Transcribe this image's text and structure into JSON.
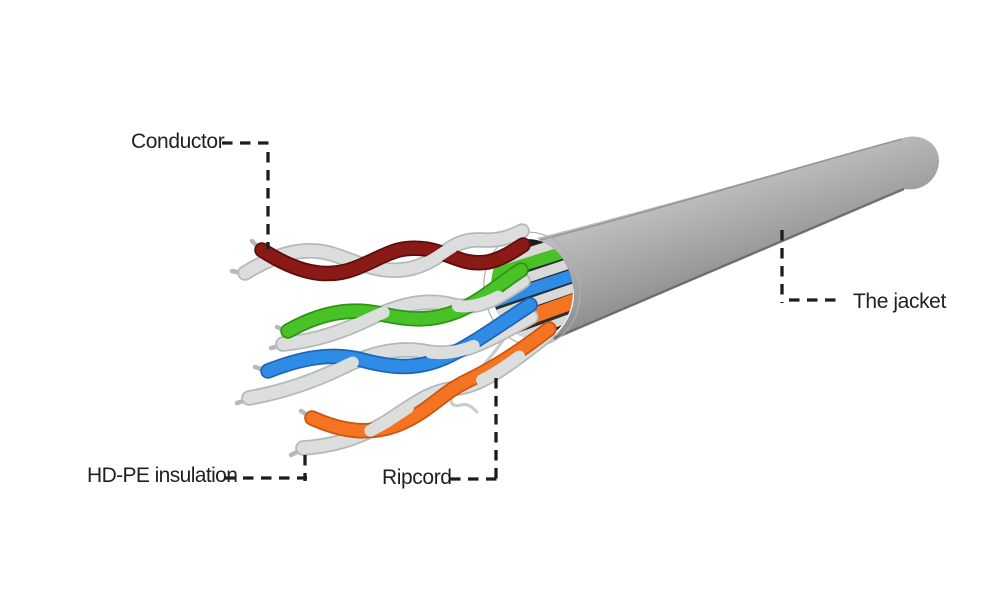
{
  "labels": {
    "conductor": "Conductor",
    "insulation": "HD-PE insulation",
    "ripcord": "Ripcord",
    "jacket": "The jacket"
  },
  "colors": {
    "background": "#ffffff",
    "label_text": "#231f20",
    "leader_line": "#1d1b1c",
    "jacket_edge_top": "#ababad",
    "jacket_highlight": "#bcbcbe",
    "jacket_mid": "#9b9b9d",
    "jacket_shadow": "#727274",
    "cut_rim": "#c6cec8",
    "cut_interior": "#2c2c2e",
    "stripe_white": "#d7dad8",
    "wire_maroon": "#8a1a15",
    "wire_green": "#49c228",
    "wire_blue": "#2f8ce6",
    "wire_orange": "#f47421",
    "wire_white": "#dcdedd",
    "conductor_pin": "#b4babc",
    "ripcord_string": "#c6cbcc"
  }
}
